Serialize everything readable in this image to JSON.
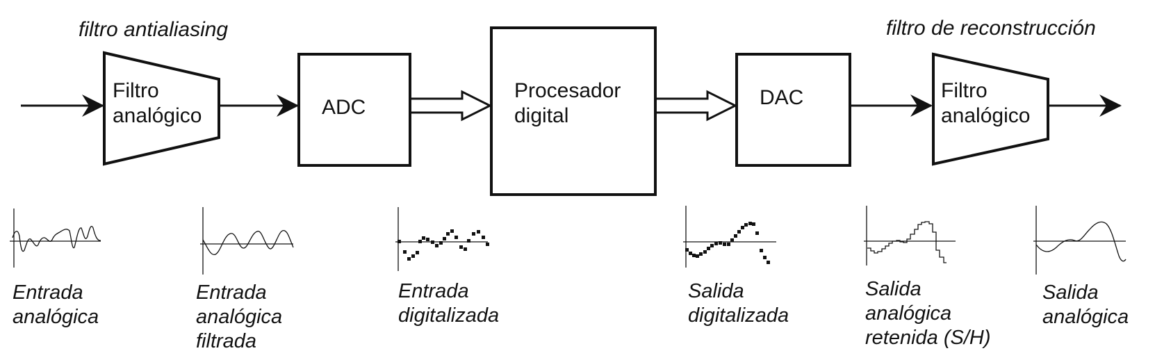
{
  "titles": {
    "antialias": "filtro antialiasing",
    "reconstruction": "filtro de reconstrucción"
  },
  "blocks": {
    "filter_in": [
      "Filtro",
      "analógico"
    ],
    "adc": "ADC",
    "processor": [
      "Procesador",
      "digital"
    ],
    "dac": "DAC",
    "filter_out": [
      "Filtro",
      "analógico"
    ]
  },
  "captions": {
    "analog_input": [
      "Entrada",
      "analógica"
    ],
    "filtered_input": [
      "Entrada",
      "analógica",
      "filtrada"
    ],
    "digitized_input": [
      "Entrada",
      "digitalizada"
    ],
    "digitized_output": [
      "Salida",
      "digitalizada"
    ],
    "held_output": [
      "Salida",
      "analógica",
      "retenida (S/H)"
    ],
    "analog_output": [
      "Salida",
      "analógica"
    ]
  },
  "colors": {
    "stroke": "#111111",
    "background": "#ffffff"
  }
}
